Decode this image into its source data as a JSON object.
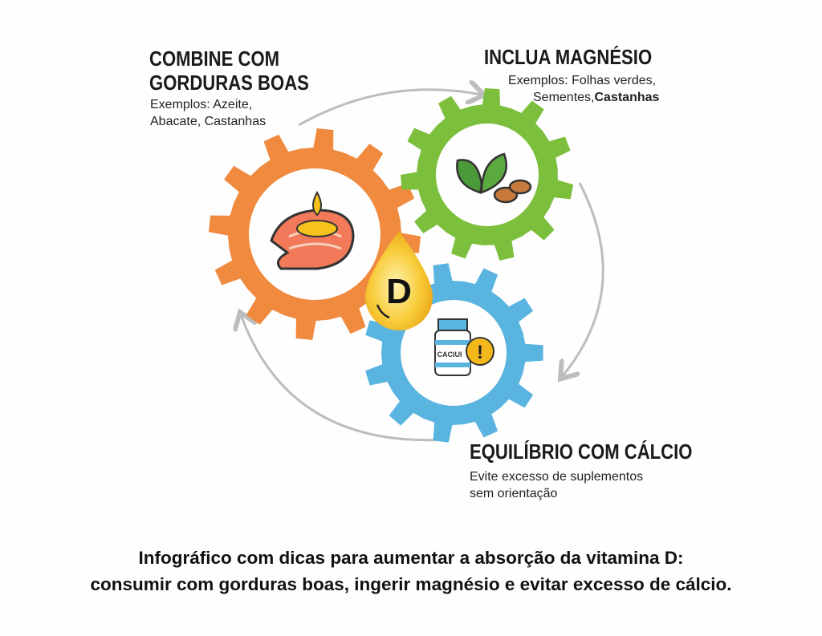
{
  "sections": {
    "fats": {
      "title_line1": "COMBINE COM",
      "title_line2": "GORDURAS BOAS",
      "sub_line1": "Exemplos: Azeite,",
      "sub_line2": "Abacate, Castanhas"
    },
    "magnesium": {
      "title": "INCLUA MAGNÉSIO",
      "sub_line1": "Exemplos: Folhas verdes,",
      "sub_line2a": "Sementes,",
      "sub_line2b": "Castanhas"
    },
    "calcium": {
      "title": "EQUILÍBRIO COM CÁLCIO",
      "sub_line1": "Evite excesso de suplementos",
      "sub_line2": "sem orientação"
    }
  },
  "center": {
    "letter": "D",
    "bottle_label": "CACIUI",
    "warning": "!"
  },
  "caption": {
    "line1": "Infográfico com dicas para aumentar a absorção da vitamina D:",
    "line2": "consumir com gorduras boas, ingerir magnésio e evitar excesso de cálcio."
  },
  "colors": {
    "orange": "#f08a3e",
    "green": "#7cbf3c",
    "blue": "#5ab4e0",
    "gold": "#f4b81c",
    "arrow": "#bdbdbd"
  }
}
